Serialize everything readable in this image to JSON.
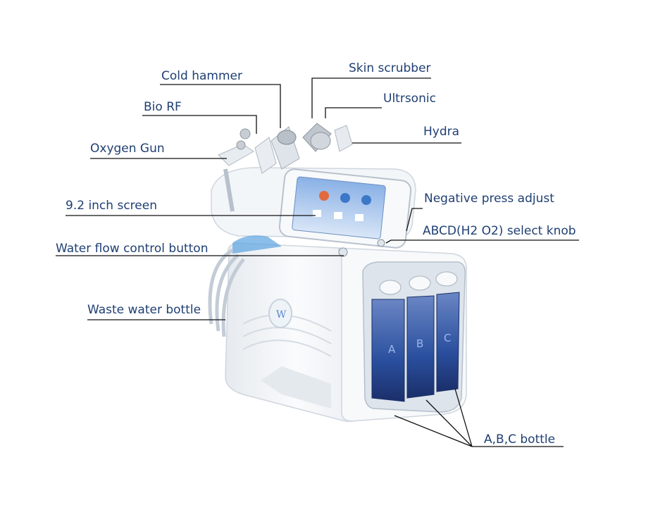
{
  "labels": {
    "cold_hammer": "Cold hammer",
    "skin_scrubber": "Skin scrubber",
    "bio_rf": "Bio RF",
    "ultrsonic": "Ultrsonic",
    "hydra": "Hydra",
    "oxygen_gun": "Oxygen Gun",
    "screen": "9.2  inch screen",
    "negative_press": "Negative press adjust",
    "select_knob": "ABCD(H2 O2) select knob",
    "water_flow": "Water  flow control button",
    "waste_bottle": "Waste water bottle",
    "abc_bottle": "A,B,C  bottle"
  },
  "bottle_letters": [
    "A",
    "B",
    "C"
  ],
  "colors": {
    "label_text": "#1f3f73",
    "leader_line": "#111111",
    "machine_body": "#f2f5f8",
    "bottle_blue": "#2a4f9e"
  }
}
